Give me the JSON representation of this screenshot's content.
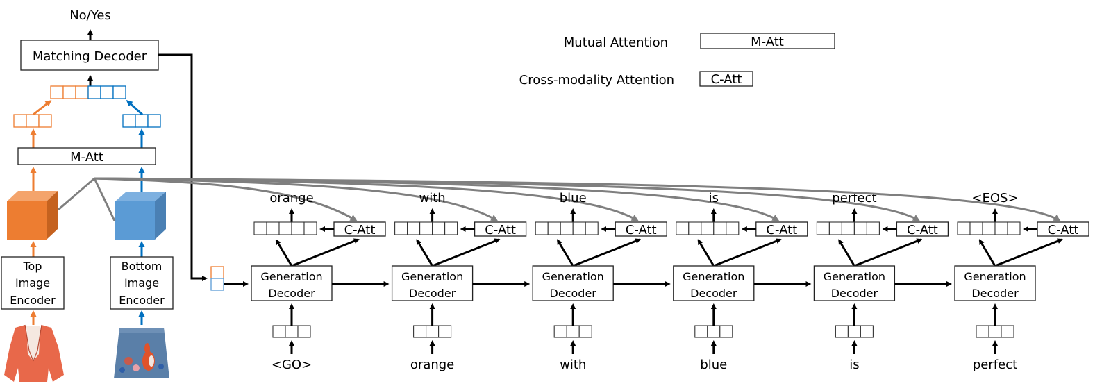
{
  "colors": {
    "top_accent": "#ED7D31",
    "bottom_accent": "#0070C0",
    "top_cube": "#ED7D31",
    "bottom_cube": "#5B9BD5",
    "attention_lines": "#7F7F7F",
    "arrows": "#000000"
  },
  "matching": {
    "output_label": "No/Yes",
    "decoder_label": "Matching Decoder",
    "mutual_attention_label": "M-Att"
  },
  "encoders": {
    "top": {
      "label_lines": [
        "Top",
        "Image",
        "Encoder"
      ],
      "image": "orange-blazer-image"
    },
    "bottom": {
      "label_lines": [
        "Bottom",
        "Image",
        "Encoder"
      ],
      "image": "denim-skirt-image"
    }
  },
  "legend": {
    "items": [
      {
        "name": "Mutual Attention",
        "symbol": "M-Att"
      },
      {
        "name": "Cross-modality Attention",
        "symbol": "C-Att"
      }
    ]
  },
  "generation": {
    "decoder_label_lines": [
      "Generation",
      "Decoder"
    ],
    "cross_attention_label": "C-Att",
    "steps": [
      {
        "input": "<GO>",
        "output": "orange"
      },
      {
        "input": "orange",
        "output": "with"
      },
      {
        "input": "with",
        "output": "blue"
      },
      {
        "input": "blue",
        "output": "is"
      },
      {
        "input": "is",
        "output": "perfect"
      },
      {
        "input": "perfect",
        "output": "<EOS>"
      }
    ]
  }
}
